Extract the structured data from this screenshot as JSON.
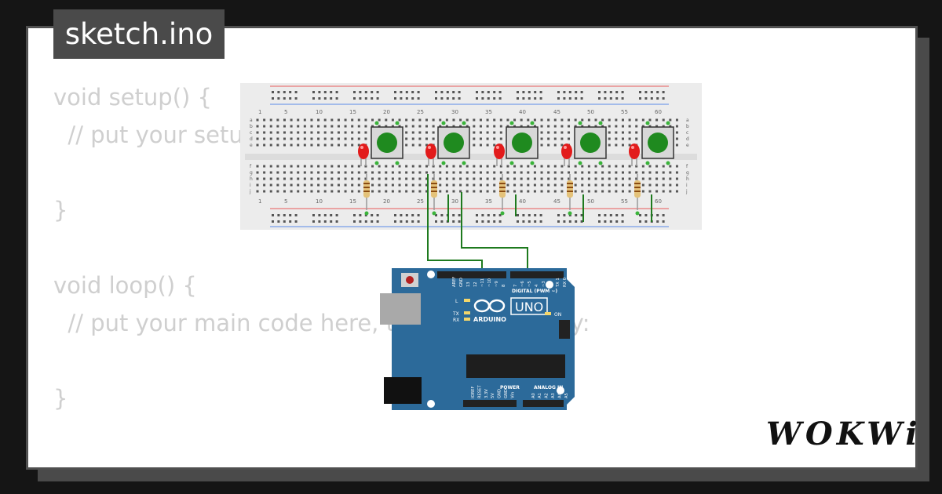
{
  "header": {
    "filename": "sketch.ino"
  },
  "code_lines": [
    "void setup() {",
    "  // put your setup code here, to run once:",
    "",
    "}",
    "",
    "void loop() {",
    "  // put your main code here, to run repeatedly:",
    "",
    "}"
  ],
  "breadboard": {
    "column_numbers": [
      "1",
      "5",
      "10",
      "15",
      "20",
      "25",
      "30",
      "35",
      "40",
      "45",
      "50",
      "55",
      "60"
    ],
    "row_letters_top": [
      "a",
      "b",
      "c",
      "d",
      "e"
    ],
    "row_letters_bottom": [
      "f",
      "g",
      "h",
      "i",
      "j"
    ]
  },
  "arduino": {
    "model": "UNO",
    "brand": "ARDUINO",
    "digital_label": "DIGITAL (PWM ~)",
    "power_label": "POWER",
    "analog_label": "ANALOG IN",
    "on_label": "ON",
    "l_label": "L",
    "tx_label": "TX",
    "rx_label": "RX",
    "top_pins": [
      "AREF",
      "GND",
      "13",
      "12",
      "~11",
      "~10",
      "~9",
      "8",
      "7",
      "~6",
      "~5",
      "4",
      "~3",
      "2",
      "TX 1",
      "RX 0"
    ],
    "bottom_pins": [
      "IOREF",
      "RESET",
      "3.3V",
      "5V",
      "GND",
      "GND",
      "Vin",
      "A0",
      "A1",
      "A2",
      "A3",
      "A4",
      "A5"
    ]
  },
  "footer": {
    "brand": "WOKWi"
  },
  "colors": {
    "background": "#151515",
    "card": "#ffffff",
    "code_text": "#cfcfcf",
    "board_blue": "#2c6a9a",
    "led_red": "#e21b1b",
    "button_green": "#1f8a1f",
    "wire_green": "#1e7a1e"
  }
}
